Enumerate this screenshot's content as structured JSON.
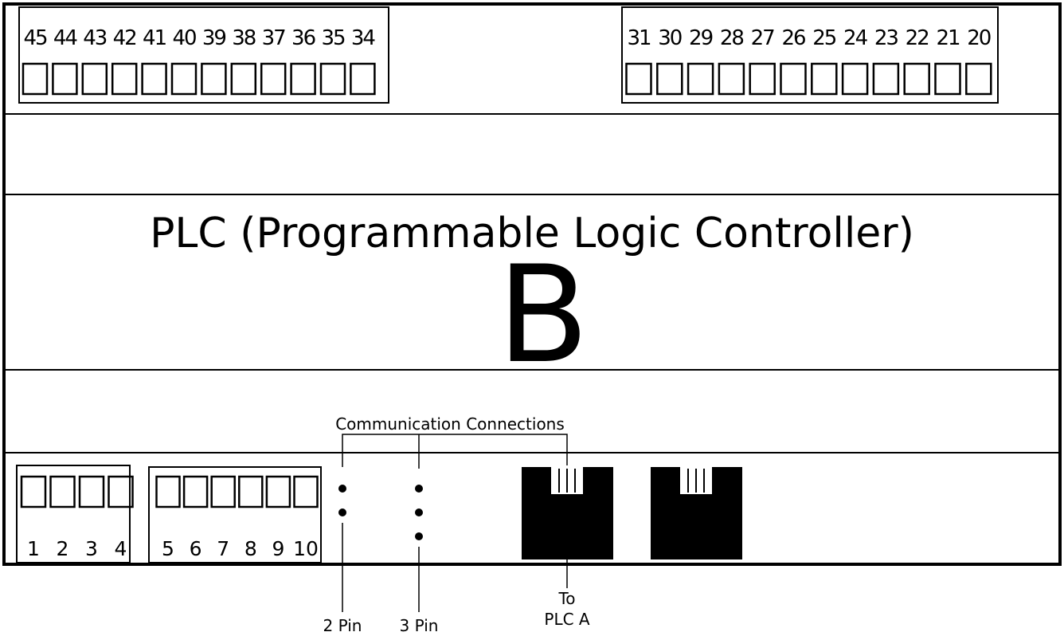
{
  "diagram": {
    "title": "PLC (Programmable Logic Controller)",
    "unit_letter": "B",
    "top_left_terminals": [
      "45",
      "44",
      "43",
      "42",
      "41",
      "40",
      "39",
      "38",
      "37",
      "36",
      "35",
      "34"
    ],
    "top_right_terminals": [
      "31",
      "30",
      "29",
      "28",
      "27",
      "26",
      "25",
      "24",
      "23",
      "22",
      "21",
      "20"
    ],
    "bottom_left_terminals": [
      "1",
      "2",
      "3",
      "4"
    ],
    "bottom_mid_terminals": [
      "5",
      "6",
      "7",
      "8",
      "9",
      "10"
    ],
    "communication_label": "Communication Connections",
    "pin2_label": "2 Pin",
    "pin3_label": "3 Pin",
    "to_label": "To",
    "plc_a_label": "PLC A",
    "pin2_count": 2,
    "pin3_count": 3
  }
}
